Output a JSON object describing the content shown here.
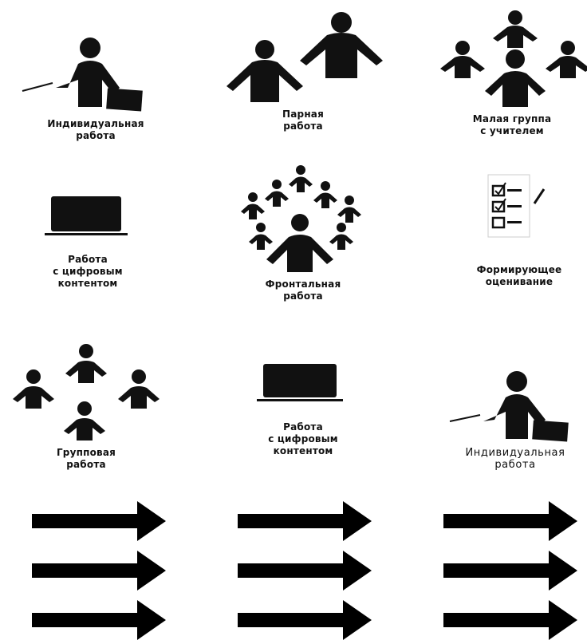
{
  "tiles": [
    {
      "label": "Индивидуальная\nработа",
      "icon": "teacher-with-board-icon"
    },
    {
      "label": "Парная\nработа",
      "icon": "pair-of-people-icon"
    },
    {
      "label": "Малая группа\nс учителем",
      "icon": "small-group-icon"
    },
    {
      "label": "Работа\nс цифровым\nконтентом",
      "icon": "laptop-icon"
    },
    {
      "label": "Фронтальная\nработа",
      "icon": "circle-of-people-icon"
    },
    {
      "label": "Формирующее\nоценивание",
      "icon": "checklist-icon"
    },
    {
      "label": "Групповая\nработа",
      "icon": "group-of-four-icon"
    },
    {
      "label": "Работа\nс цифровым\nконтентом",
      "icon": "laptop-icon"
    },
    {
      "label": "Индивидуальная\nработа",
      "icon": "teacher-with-board-icon"
    }
  ],
  "arrows": {
    "columns": 3,
    "rows": 3,
    "icon": "right-arrow-icon",
    "color": "#000000"
  }
}
